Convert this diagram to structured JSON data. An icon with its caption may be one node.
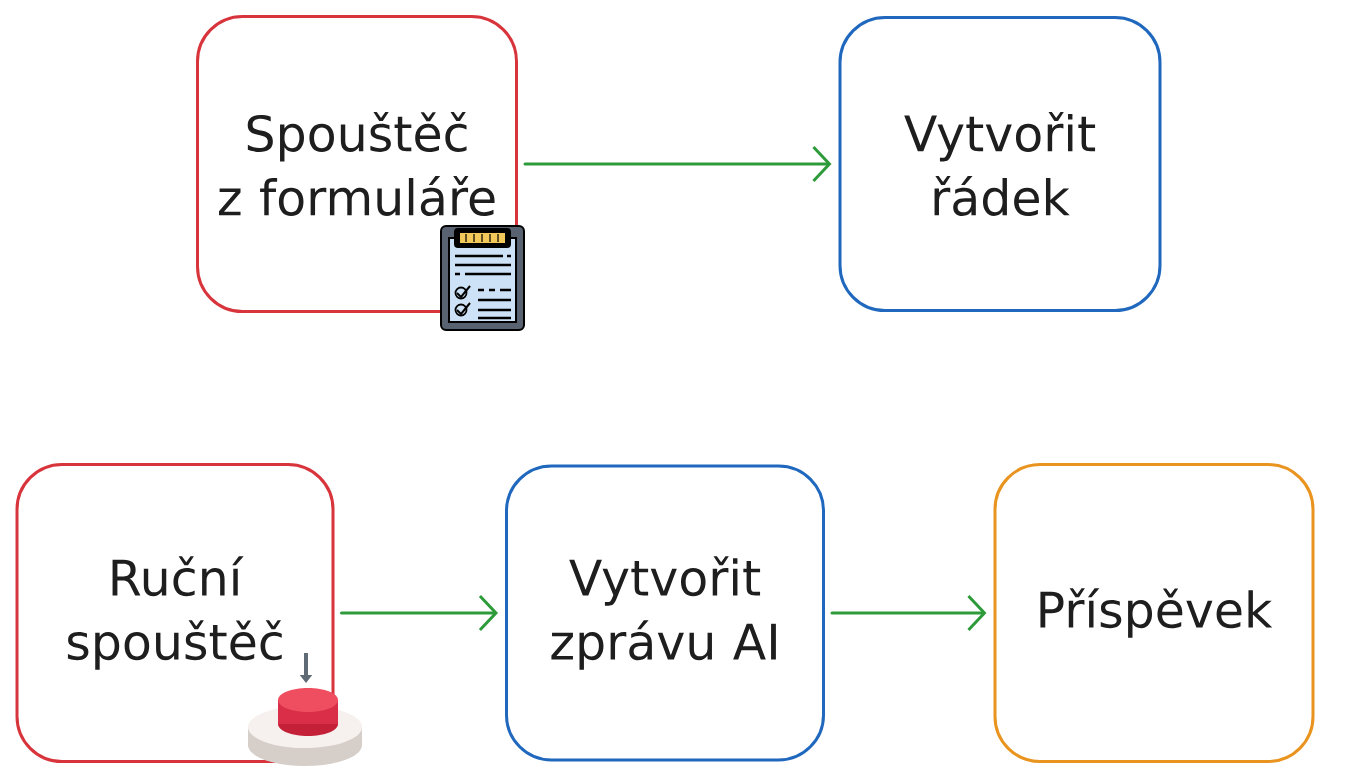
{
  "diagram": {
    "nodes": [
      {
        "text": [
          "Spouštěč z formuláře"
        ]
      },
      {
        "text": [
          "Vytvořit řádek"
        ]
      },
      {
        "text": [
          "Ruční spouštěč"
        ]
      },
      {
        "text": [
          "Vytvořit zprávu AI"
        ]
      },
      {
        "text": [
          "Příspěvek"
        ]
      }
    ],
    "edges": [
      {
        "from": 0,
        "to": 1,
        "arrow": "to"
      },
      {
        "from": 2,
        "to": 3,
        "arrow": "to"
      },
      {
        "from": 3,
        "to": 4,
        "arrow": "to"
      }
    ]
  }
}
